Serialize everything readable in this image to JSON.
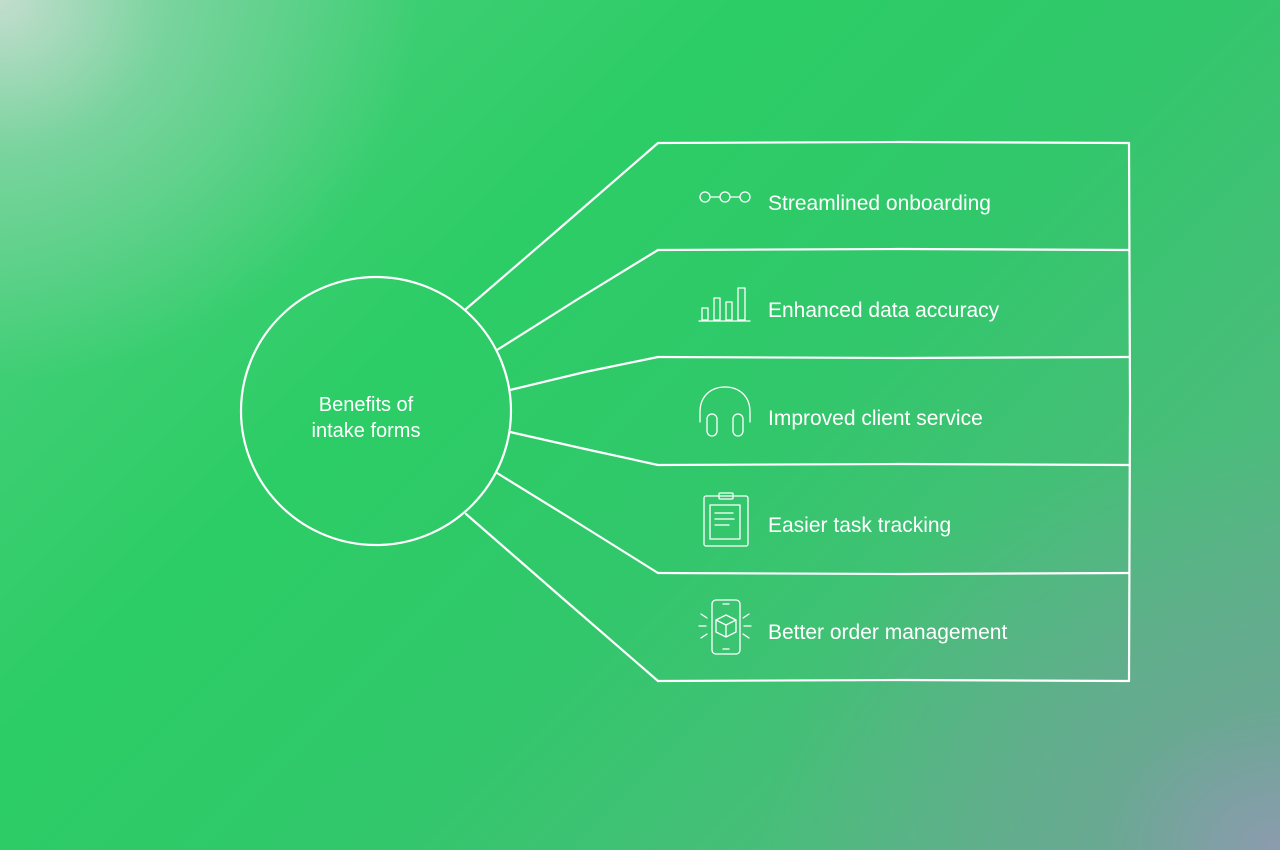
{
  "diagram": {
    "center": {
      "line1": "Benefits of",
      "line2": "intake forms"
    },
    "items": [
      {
        "label": "Streamlined onboarding",
        "icon": "progress-dots-icon"
      },
      {
        "label": "Enhanced data accuracy",
        "icon": "bar-chart-icon"
      },
      {
        "label": "Improved client service",
        "icon": "headphones-icon"
      },
      {
        "label": "Easier task tracking",
        "icon": "clipboard-icon"
      },
      {
        "label": "Better order management",
        "icon": "phone-package-icon"
      }
    ],
    "colors": {
      "stroke": "#ffffff",
      "text": "#ffffff",
      "background_main": "#2ccd66",
      "background_corner_top_left": "#c8ded2",
      "background_corner_bottom_right": "#8c9baf"
    }
  }
}
